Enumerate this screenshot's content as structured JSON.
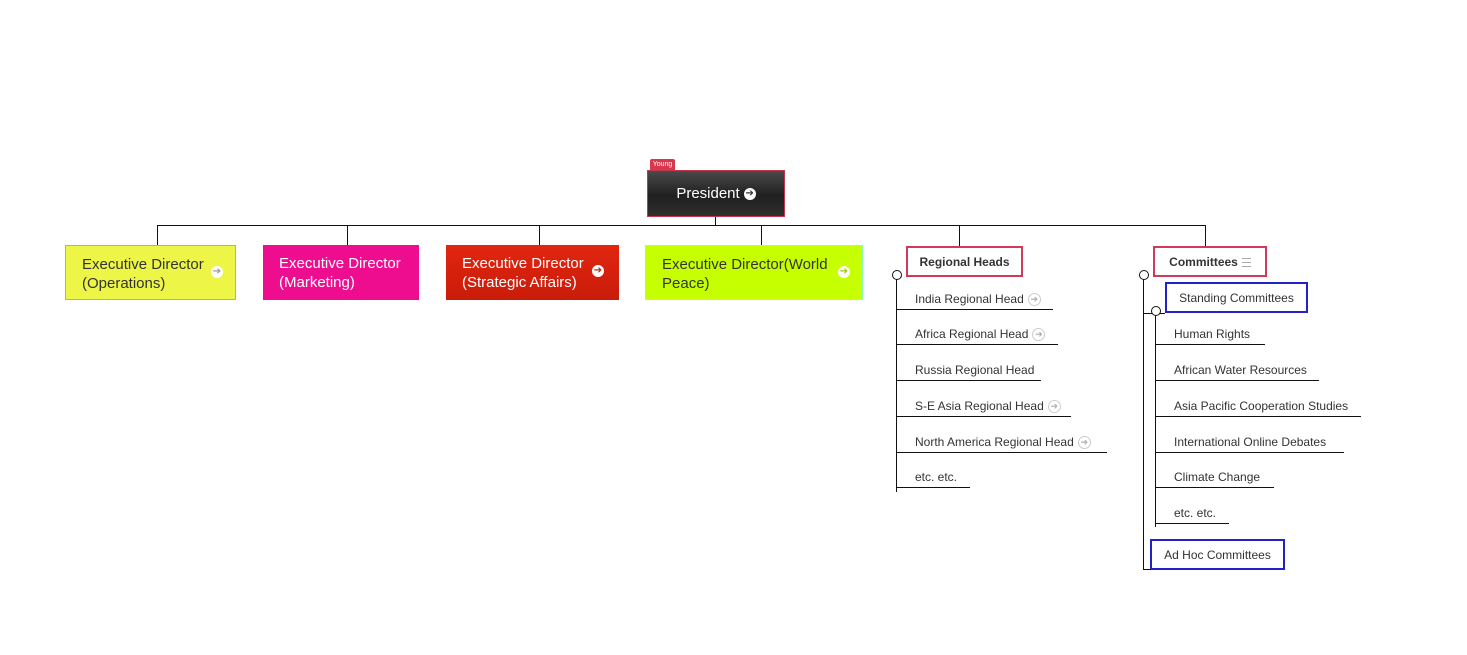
{
  "root": {
    "badge": "Young",
    "label": "President"
  },
  "directors": [
    {
      "label": "Executive Director (Operations)"
    },
    {
      "label": "Executive Director (Marketing)"
    },
    {
      "label": "Executive Director (Strategic Affairs)"
    },
    {
      "label": "Executive Director(World Peace)"
    }
  ],
  "regional": {
    "label": "Regional Heads",
    "items": [
      {
        "label": "India Regional Head"
      },
      {
        "label": "Africa Regional Head"
      },
      {
        "label": "Russia Regional Head"
      },
      {
        "label": "S-E Asia Regional Head"
      },
      {
        "label": "North America Regional Head"
      },
      {
        "label": "etc. etc."
      }
    ]
  },
  "committees": {
    "label": "Committees",
    "standing": {
      "label": "Standing Committees",
      "items": [
        {
          "label": "Human Rights"
        },
        {
          "label": "African Water Resources"
        },
        {
          "label": "Asia Pacific Cooperation Studies"
        },
        {
          "label": "International Online Debates"
        },
        {
          "label": "Climate Change"
        },
        {
          "label": "etc. etc."
        }
      ]
    },
    "adhoc": {
      "label": "Ad Hoc Committees"
    }
  },
  "colors": {
    "ed_operations": "#edf547",
    "ed_marketing": "#ee0d8e",
    "ed_strategic": "#d9220d",
    "ed_world_peace": "#c6ff00",
    "accent_border": "#d0395a",
    "blue_border": "#2222c8"
  }
}
